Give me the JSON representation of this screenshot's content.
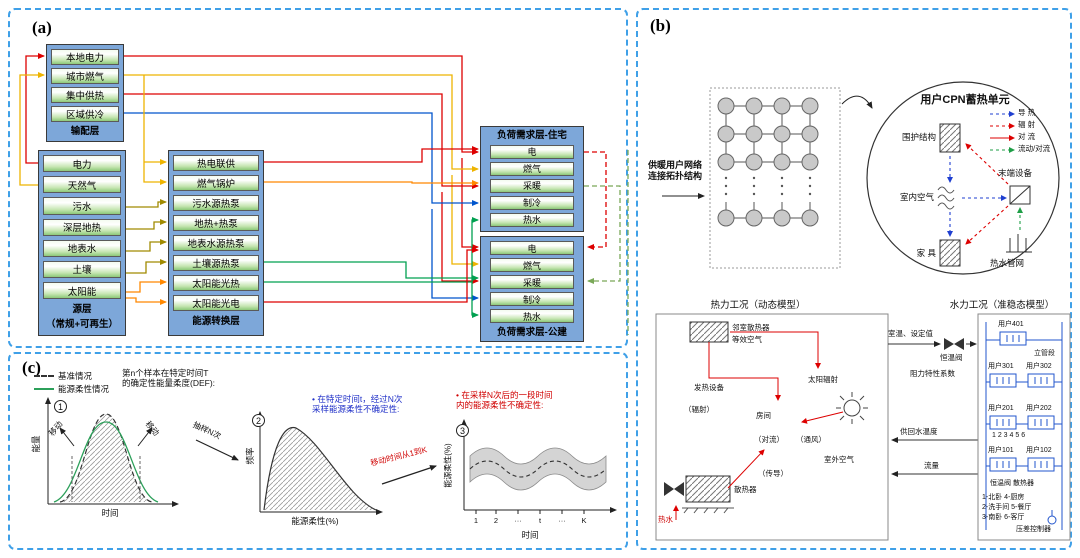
{
  "a": {
    "tag": "(a)",
    "distribution": {
      "label": "输配层",
      "items": [
        "本地电力",
        "城市燃气",
        "集中供热",
        "区域供冷"
      ]
    },
    "source": {
      "label": "源层",
      "sublabel": "（常规+可再生）",
      "items": [
        "电力",
        "天然气",
        "污水",
        "深层地热",
        "地表水",
        "土壤",
        "太阳能"
      ]
    },
    "conversion": {
      "label": "能源转换层",
      "items": [
        "热电联供",
        "燃气锅炉",
        "污水源热泵",
        "地热+热泵",
        "地表水源热泵",
        "土壤源热泵",
        "太阳能光热",
        "太阳能光电"
      ]
    },
    "residential": {
      "label": "负荷需求层-住宅",
      "items": [
        "电",
        "燃气",
        "采暖",
        "制冷",
        "热水"
      ]
    },
    "public": {
      "label": "负荷需求层-公建",
      "items": [
        "电",
        "燃气",
        "采暖",
        "制冷",
        "热水"
      ]
    }
  },
  "b": {
    "tag": "(b)",
    "network_label": "供暖用户网络\n连接拓扑结构",
    "cpn_title": "用户CPN蓄热单元",
    "legend": [
      {
        "label": "导  热",
        "color": "#1f3fd0",
        "style": "dashed"
      },
      {
        "label": "辐  射",
        "color": "#dd0000",
        "style": "dashed"
      },
      {
        "label": "对  流",
        "color": "#dd0000",
        "style": "solid"
      },
      {
        "label": "流动/对流",
        "color": "#1e9e46",
        "style": "dashed"
      }
    ],
    "nodes": {
      "envelope": "围护结构",
      "indoor_air": "室内空气",
      "furniture": "家  具",
      "terminal": "末端设备",
      "pipe_network": "热水管网"
    },
    "thermal": {
      "title": "热力工况（动态模型）",
      "neighbor_radiator": "邻室散热器",
      "equivalent_air": "等效空气",
      "solar": "太阳辐射",
      "equipment": "发热设备",
      "room": "房间",
      "radiation": "（辐射）",
      "convection": "（对流）",
      "ventilation": "（通风）",
      "outdoor_air": "室外空气",
      "conduction": "（传导）",
      "radiator": "散热器",
      "hot_water": "热水"
    },
    "hydraulic": {
      "title": "水力工况（准稳态模型）",
      "users": [
        "用户401",
        "用户301",
        "用户302",
        "用户201",
        "用户202",
        "用户101",
        "用户102"
      ],
      "riser": "立管段",
      "valve_radiator": "恒温阀 散热器",
      "numbers": "1 2 3 4 5 6",
      "legend": [
        "1-北卧  4-厨房",
        "2-洗手间 5-餐厅",
        "3-南卧  6-客厅"
      ],
      "pressure_controller": "压差控制器"
    },
    "middle": {
      "room_setpoint": "室温、设定值",
      "valve": "恒温阀",
      "resistance": "阻力特性系数",
      "supply_return": "供回水温度",
      "flow": "流量"
    }
  },
  "c": {
    "tag": "(c)",
    "legend_baseline": "基准情况",
    "legend_flexible": "能源柔性情况",
    "def_text": "第n个样本在特定时间T\n的确定性能量柔度(DEF):",
    "sample_label": "抽样N次",
    "shift_label": "移动时间从1到K",
    "blue_note": "• 在特定时间t，经过N次\n采样能源柔性不确定性:",
    "red_note": "• 在采样N次后的一段时间\n内的能源柔性不确定性:",
    "plot1": {
      "num": "1",
      "ylabel": "能量",
      "xlabel": "时间",
      "move": "移动"
    },
    "plot2": {
      "num": "2",
      "ylabel": "频率",
      "xlabel": "能源柔性(%)"
    },
    "plot3": {
      "num": "3",
      "ylabel": "能源柔性(%)",
      "xlabel": "时间",
      "ticks": [
        "1",
        "2",
        "···",
        "t",
        "···",
        "K"
      ]
    }
  },
  "colors": {
    "panel_border": "#3fa0e8",
    "arrow_red": "#dd0000",
    "arrow_gold": "#eeb400",
    "arrow_blue": "#0055cc",
    "arrow_green": "#00a050",
    "arrow_orange": "#ff8800",
    "arrow_olive": "#a08a00",
    "node_gray": "#c9c9c9",
    "pipe_blue": "#2255cc",
    "container_blue": "#7da7d9"
  }
}
